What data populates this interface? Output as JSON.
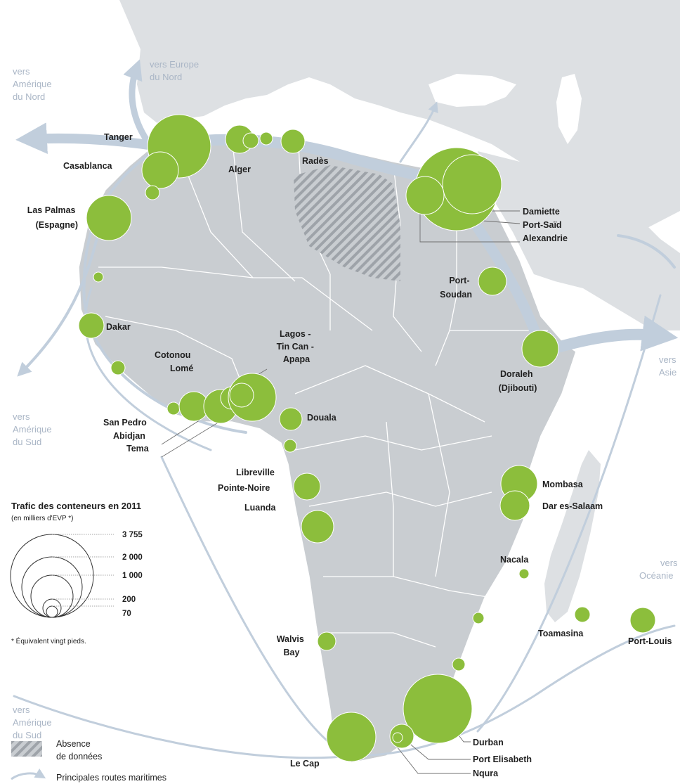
{
  "colors": {
    "sea": "#ffffff",
    "africa": "#c9cdd1",
    "other_land": "#dde0e3",
    "borders": "#ffffff",
    "ports": "#8cbe3c",
    "routes": "#c1cedc",
    "direction_text": "#aab6c6"
  },
  "directions": {
    "na_top": [
      "vers",
      "Amérique",
      "du Nord"
    ],
    "europe": [
      "vers Europe",
      "du Nord"
    ],
    "sa_mid": [
      "vers",
      "Amérique",
      "du Sud"
    ],
    "sa_bottom": [
      "vers",
      "Amérique",
      "du Sud"
    ],
    "asia": [
      "vers",
      "Asie"
    ],
    "oceania": [
      "vers",
      "Océanie"
    ]
  },
  "ports": [
    {
      "name": "Tanger",
      "teu": 2000
    },
    {
      "name": "Casablanca",
      "teu": 900
    },
    {
      "name": "Las Palmas (Espagne)",
      "teu": 1100
    },
    {
      "name": "Alger",
      "teu": 500
    },
    {
      "name": "Radès",
      "teu": 300
    },
    {
      "name": "Damiette",
      "teu": 3755
    },
    {
      "name": "Port-Saïd",
      "teu": 2000
    },
    {
      "name": "Alexandrie",
      "teu": 800
    },
    {
      "name": "Port-Soudan",
      "teu": 480
    },
    {
      "name": "Doraleh (Djibouti)",
      "teu": 700
    },
    {
      "name": "Dakar",
      "teu": 350
    },
    {
      "name": "Cotonou",
      "teu": 300
    },
    {
      "name": "Lomé",
      "teu": 300
    },
    {
      "name": "Lagos - Tin Can - Apapa",
      "teu": 1200
    },
    {
      "name": "San Pedro",
      "teu": 70
    },
    {
      "name": "Abidjan",
      "teu": 600
    },
    {
      "name": "Tema",
      "teu": 800
    },
    {
      "name": "Douala",
      "teu": 270
    },
    {
      "name": "Libreville",
      "teu": 60
    },
    {
      "name": "Pointe-Noire",
      "teu": 380
    },
    {
      "name": "Luanda",
      "teu": 600
    },
    {
      "name": "Mombasa",
      "teu": 770
    },
    {
      "name": "Dar es-Salaam",
      "teu": 470
    },
    {
      "name": "Nacala",
      "teu": 50
    },
    {
      "name": "Toamasina",
      "teu": 140
    },
    {
      "name": "Port-Louis",
      "teu": 320
    },
    {
      "name": "Walvis Bay",
      "teu": 180
    },
    {
      "name": "Le Cap",
      "teu": 1100
    },
    {
      "name": "Durban",
      "teu": 2700
    },
    {
      "name": "Port Elisabeth",
      "teu": 250
    },
    {
      "name": "Nqura",
      "teu": 70
    }
  ],
  "labels": {
    "tanger": "Tanger",
    "casablanca": "Casablanca",
    "las_palmas": [
      "Las Palmas",
      "(Espagne)"
    ],
    "alger": "Alger",
    "rades": "Radès",
    "damiette": "Damiette",
    "port_said": "Port-Saïd",
    "alexandrie": "Alexandrie",
    "port_soudan": [
      "Port-",
      "Soudan"
    ],
    "doraleh": [
      "Doraleh",
      "(Djibouti)"
    ],
    "dakar": "Dakar",
    "cotonou": "Cotonou",
    "lome": "Lomé",
    "lagos": [
      "Lagos -",
      "Tin Can -",
      "Apapa"
    ],
    "san_pedro": "San Pedro",
    "abidjan": "Abidjan",
    "tema": "Tema",
    "douala": "Douala",
    "libreville": "Libreville",
    "pointe_noire": "Pointe-Noire",
    "luanda": "Luanda",
    "mombasa": "Mombasa",
    "dar": "Dar es-Salaam",
    "nacala": "Nacala",
    "toamasina": "Toamasina",
    "port_louis": "Port-Louis",
    "walvis": [
      "Walvis",
      "Bay"
    ],
    "le_cap": "Le Cap",
    "durban": "Durban",
    "port_elisabeth": "Port Elisabeth",
    "nqura": "Nqura"
  },
  "legend": {
    "title": "Trafic des conteneurs en 2011",
    "subtitle": "(en milliers d'EVP *)",
    "scale": [
      {
        "label": "3 755",
        "value": 3755
      },
      {
        "label": "2 000",
        "value": 2000
      },
      {
        "label": "1 000",
        "value": 1000
      },
      {
        "label": "200",
        "value": 200
      },
      {
        "label": "70",
        "value": 70
      }
    ],
    "footnote": "* Équivalent vingt pieds.",
    "no_data": [
      "Absence",
      "de données"
    ],
    "routes": "Principales routes maritimes"
  }
}
